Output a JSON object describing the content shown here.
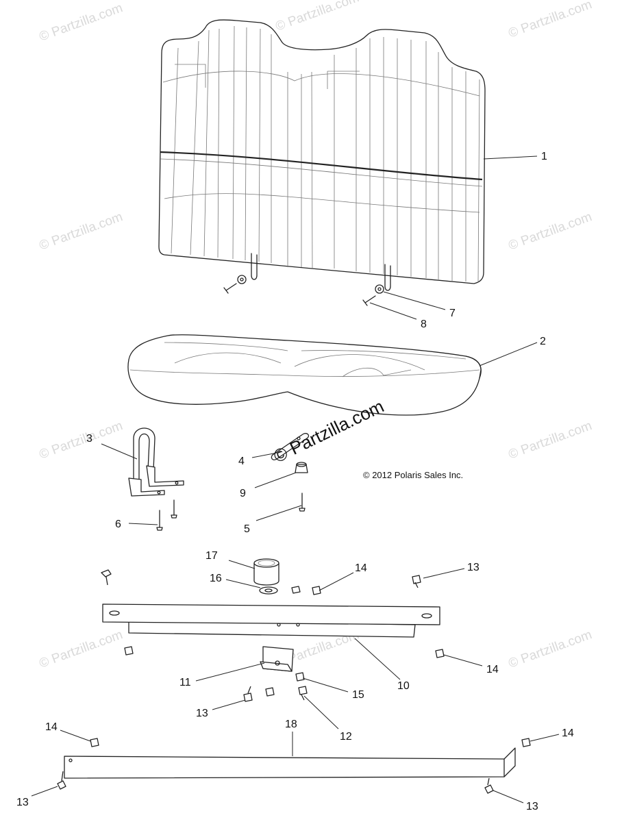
{
  "watermark": "© Partzilla.com",
  "copyright": "© 2012 Polaris Sales Inc.",
  "callouts": [
    {
      "id": "seat-back",
      "label": "1"
    },
    {
      "id": "seat-bottom",
      "label": "2"
    },
    {
      "id": "grab-handle",
      "label": "3"
    },
    {
      "id": "latch",
      "label": "4"
    },
    {
      "id": "screw-5",
      "label": "5"
    },
    {
      "id": "screw-6",
      "label": "6"
    },
    {
      "id": "washer-7",
      "label": "7"
    },
    {
      "id": "bolt-8",
      "label": "8"
    },
    {
      "id": "grommet-9",
      "label": "9"
    },
    {
      "id": "bracket-10",
      "label": "10"
    },
    {
      "id": "bracket-11",
      "label": "11"
    },
    {
      "id": "bolt-12",
      "label": "12"
    },
    {
      "id": "bolt-13-left",
      "label": "13"
    },
    {
      "id": "bolt-13-right",
      "label": "13"
    },
    {
      "id": "bolt-13-bottom-left",
      "label": "13"
    },
    {
      "id": "bolt-13-bottom-right",
      "label": "13"
    },
    {
      "id": "nut-14-top",
      "label": "14"
    },
    {
      "id": "nut-14-right",
      "label": "14"
    },
    {
      "id": "nut-14-bottom-left",
      "label": "14"
    },
    {
      "id": "nut-14-bottom-right",
      "label": "14"
    },
    {
      "id": "nut-15",
      "label": "15"
    },
    {
      "id": "washer-16",
      "label": "16"
    },
    {
      "id": "bushing-17",
      "label": "17"
    },
    {
      "id": "rail-18",
      "label": "18"
    }
  ]
}
